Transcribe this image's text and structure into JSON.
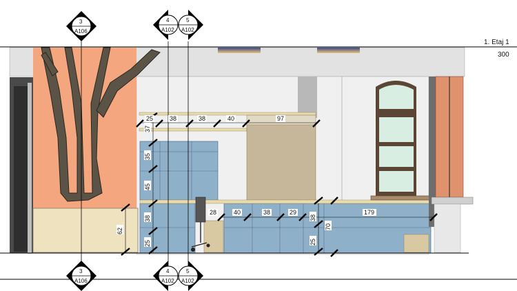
{
  "level": {
    "name": "1. Etaj 1",
    "elevation": "300"
  },
  "section_markers": {
    "top": [
      {
        "number": "3",
        "sheet": "A106"
      },
      {
        "number": "4",
        "sheet": "A102"
      },
      {
        "number": "5",
        "sheet": "A102"
      }
    ],
    "bottom": [
      {
        "number": "3",
        "sheet": "A106"
      },
      {
        "number": "4",
        "sheet": "A102"
      },
      {
        "number": "5",
        "sheet": "A102"
      }
    ]
  },
  "dimensions": {
    "upper_row": [
      "25",
      "38",
      "38",
      "40",
      "97"
    ],
    "left_column": [
      "37",
      "35",
      "45",
      "38",
      "25"
    ],
    "counter_row": [
      "28",
      "40",
      "38",
      "29",
      "179"
    ],
    "bench_height": "62",
    "counter_heights": [
      "38",
      "70",
      "25"
    ]
  },
  "colors": {
    "cabinet_blue": "#8fb0c9",
    "tree_wall": "#f4a77f",
    "beige_panel": "#c7b79a",
    "bench": "#efe2bf",
    "right_wall": "#e0926c",
    "window_glass": "#d9eee3",
    "window_frame": "#5b4636"
  }
}
